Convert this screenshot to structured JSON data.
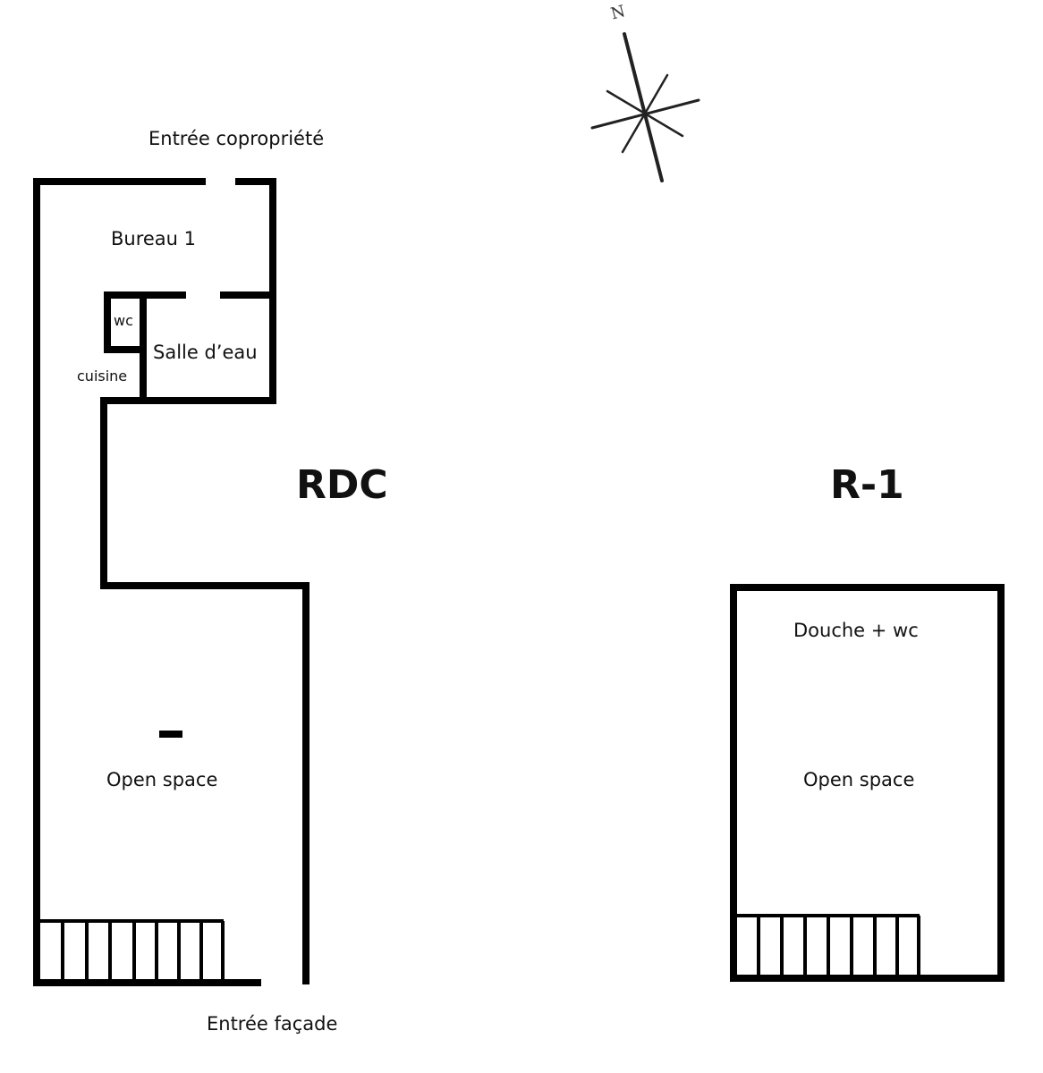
{
  "compass": {
    "north_label": "N"
  },
  "rdc": {
    "title": "RDC",
    "entree_copropriete": "Entrée copropriété",
    "bureau": "Bureau 1",
    "wc": "wc",
    "salle_eau": "Salle d’eau",
    "cuisine": "cuisine",
    "open_space": "Open space",
    "entree_facade": "Entrée façade"
  },
  "r1": {
    "title": "R-1",
    "douche_wc": "Douche + wc",
    "open_space": "Open space"
  },
  "colors": {
    "wall": "#000000",
    "background": "#ffffff"
  }
}
